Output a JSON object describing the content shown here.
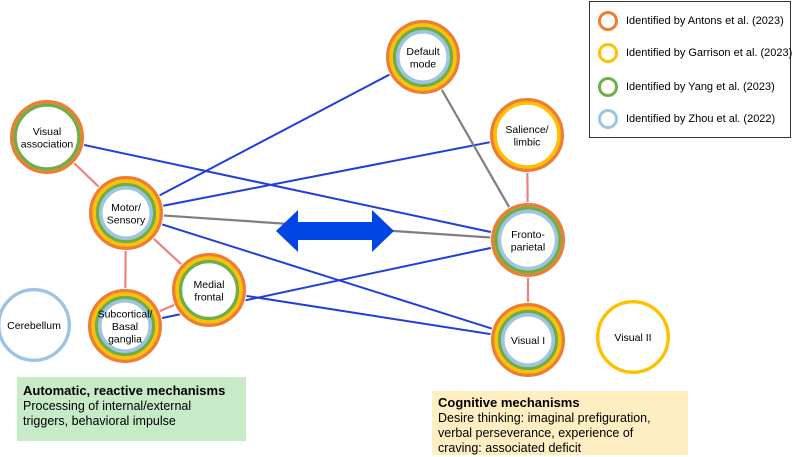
{
  "legend": [
    {
      "label": "Identified by Antons et al. (2023)",
      "color": "#ed7d31"
    },
    {
      "label": "Identified by Garrison et al. (2023)",
      "color": "#ffc000"
    },
    {
      "label": "Identified by Yang et al. (2023)",
      "color": "#70ad47"
    },
    {
      "label": "Identified by Zhou et al. (2022)",
      "color": "#9dc3e6"
    }
  ],
  "nodes": {
    "default_mode": {
      "label": [
        "Default",
        "mode"
      ],
      "studies": [
        "antons",
        "garrison",
        "yang",
        "zhou"
      ]
    },
    "visual_association": {
      "label": [
        "Visual",
        "association"
      ],
      "studies": [
        "antons",
        "yang"
      ]
    },
    "salience_limbic": {
      "label": [
        "Salience/",
        "limbic"
      ],
      "studies": [
        "antons",
        "garrison"
      ]
    },
    "motor_sensory": {
      "label": [
        "Motor/",
        "Sensory"
      ],
      "studies": [
        "antons",
        "garrison",
        "yang",
        "zhou"
      ]
    },
    "fronto_parietal": {
      "label": [
        "Fronto-",
        "parietal"
      ],
      "studies": [
        "antons",
        "yang",
        "zhou"
      ]
    },
    "medial_frontal": {
      "label": [
        "Medial",
        "frontal"
      ],
      "studies": [
        "antons",
        "garrison",
        "yang"
      ]
    },
    "cerebellum": {
      "label": [
        "Cerebellum"
      ],
      "studies": [
        "zhou"
      ]
    },
    "subcortical": {
      "label": [
        "Subcortical/",
        "Basal",
        "ganglia"
      ],
      "studies": [
        "antons",
        "garrison",
        "yang",
        "zhou"
      ]
    },
    "visual_1": {
      "label": [
        "Visual I"
      ],
      "studies": [
        "antons",
        "garrison",
        "yang",
        "zhou"
      ]
    },
    "visual_2": {
      "label": [
        "Visual II"
      ],
      "studies": [
        "garrison"
      ]
    }
  },
  "edges": [
    {
      "from": "motor_sensory",
      "to": "default_mode",
      "type": "between"
    },
    {
      "from": "motor_sensory",
      "to": "salience_limbic",
      "type": "between"
    },
    {
      "from": "motor_sensory",
      "to": "fronto_parietal",
      "type": "gray"
    },
    {
      "from": "motor_sensory",
      "to": "visual_1",
      "type": "between"
    },
    {
      "from": "visual_association",
      "to": "fronto_parietal",
      "type": "between"
    },
    {
      "from": "default_mode",
      "to": "fronto_parietal",
      "type": "gray"
    },
    {
      "from": "subcortical",
      "to": "fronto_parietal",
      "type": "between"
    },
    {
      "from": "medial_frontal",
      "to": "visual_1",
      "type": "between"
    },
    {
      "from": "visual_association",
      "to": "motor_sensory",
      "type": "within"
    },
    {
      "from": "motor_sensory",
      "to": "medial_frontal",
      "type": "within"
    },
    {
      "from": "motor_sensory",
      "to": "subcortical",
      "type": "within"
    },
    {
      "from": "medial_frontal",
      "to": "subcortical",
      "type": "within"
    },
    {
      "from": "salience_limbic",
      "to": "fronto_parietal",
      "type": "within"
    },
    {
      "from": "fronto_parietal",
      "to": "visual_1",
      "type": "within"
    }
  ],
  "colors": {
    "between": "#1f3fd9",
    "gray": "#7f7f7f",
    "within": "#f08080",
    "arrow": "#0046e6",
    "antons": "#ed7d31",
    "garrison": "#ffc000",
    "yang": "#70ad47",
    "zhou": "#9dc3e6"
  },
  "automatic_box": {
    "title": "Automatic, reactive mechanisms",
    "lines": [
      "Processing of internal/external",
      "triggers, behavioral impulse"
    ]
  },
  "cognitive_box": {
    "title": "Cognitive mechanisms",
    "lines": [
      "Desire thinking: imaginal prefiguration,",
      "verbal perseverance, experience of",
      "craving: associated deficit"
    ]
  }
}
